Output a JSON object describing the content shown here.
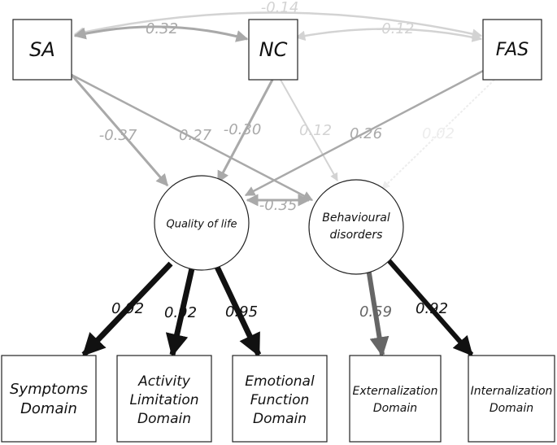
{
  "nodes": {
    "sa": {
      "label": "SA"
    },
    "nc": {
      "label": "NC"
    },
    "fas": {
      "label": "FAS"
    },
    "qol": {
      "label": "Quality of life"
    },
    "bd": {
      "line1": "Behavioural",
      "line2": "disorders"
    },
    "symptoms": {
      "line1": "Symptoms",
      "line2": "Domain"
    },
    "activity": {
      "line1": "Activity",
      "line2": "Limitation",
      "line3": "Domain"
    },
    "emotional": {
      "line1": "Emotional",
      "line2": "Function",
      "line3": "Domain"
    },
    "externalization": {
      "line1": "Externalization",
      "line2": "Domain"
    },
    "internalization": {
      "line1": "Internalization",
      "line2": "Domain"
    }
  },
  "edges": {
    "sa_fas": "-0.14",
    "sa_nc": "0.32",
    "nc_fas": "-0.12",
    "sa_qol": "-0.37",
    "sa_bd": "0.27",
    "nc_qol": "-0.30",
    "nc_bd": "0.12",
    "fas_qol": "0.26",
    "fas_bd": "0.02",
    "qol_bd": "-0.35",
    "qol_symptoms": "0.92",
    "qol_activity": "0.92",
    "qol_emotional": "0.95",
    "bd_externalization": "0.59",
    "bd_internalization": "0.92"
  },
  "colors": {
    "loading_dark": "#111111",
    "loading_mid": "#666666",
    "path_mid": "#a9a9a9",
    "path_light": "#d3d3d3",
    "path_faint": "#ededed"
  }
}
